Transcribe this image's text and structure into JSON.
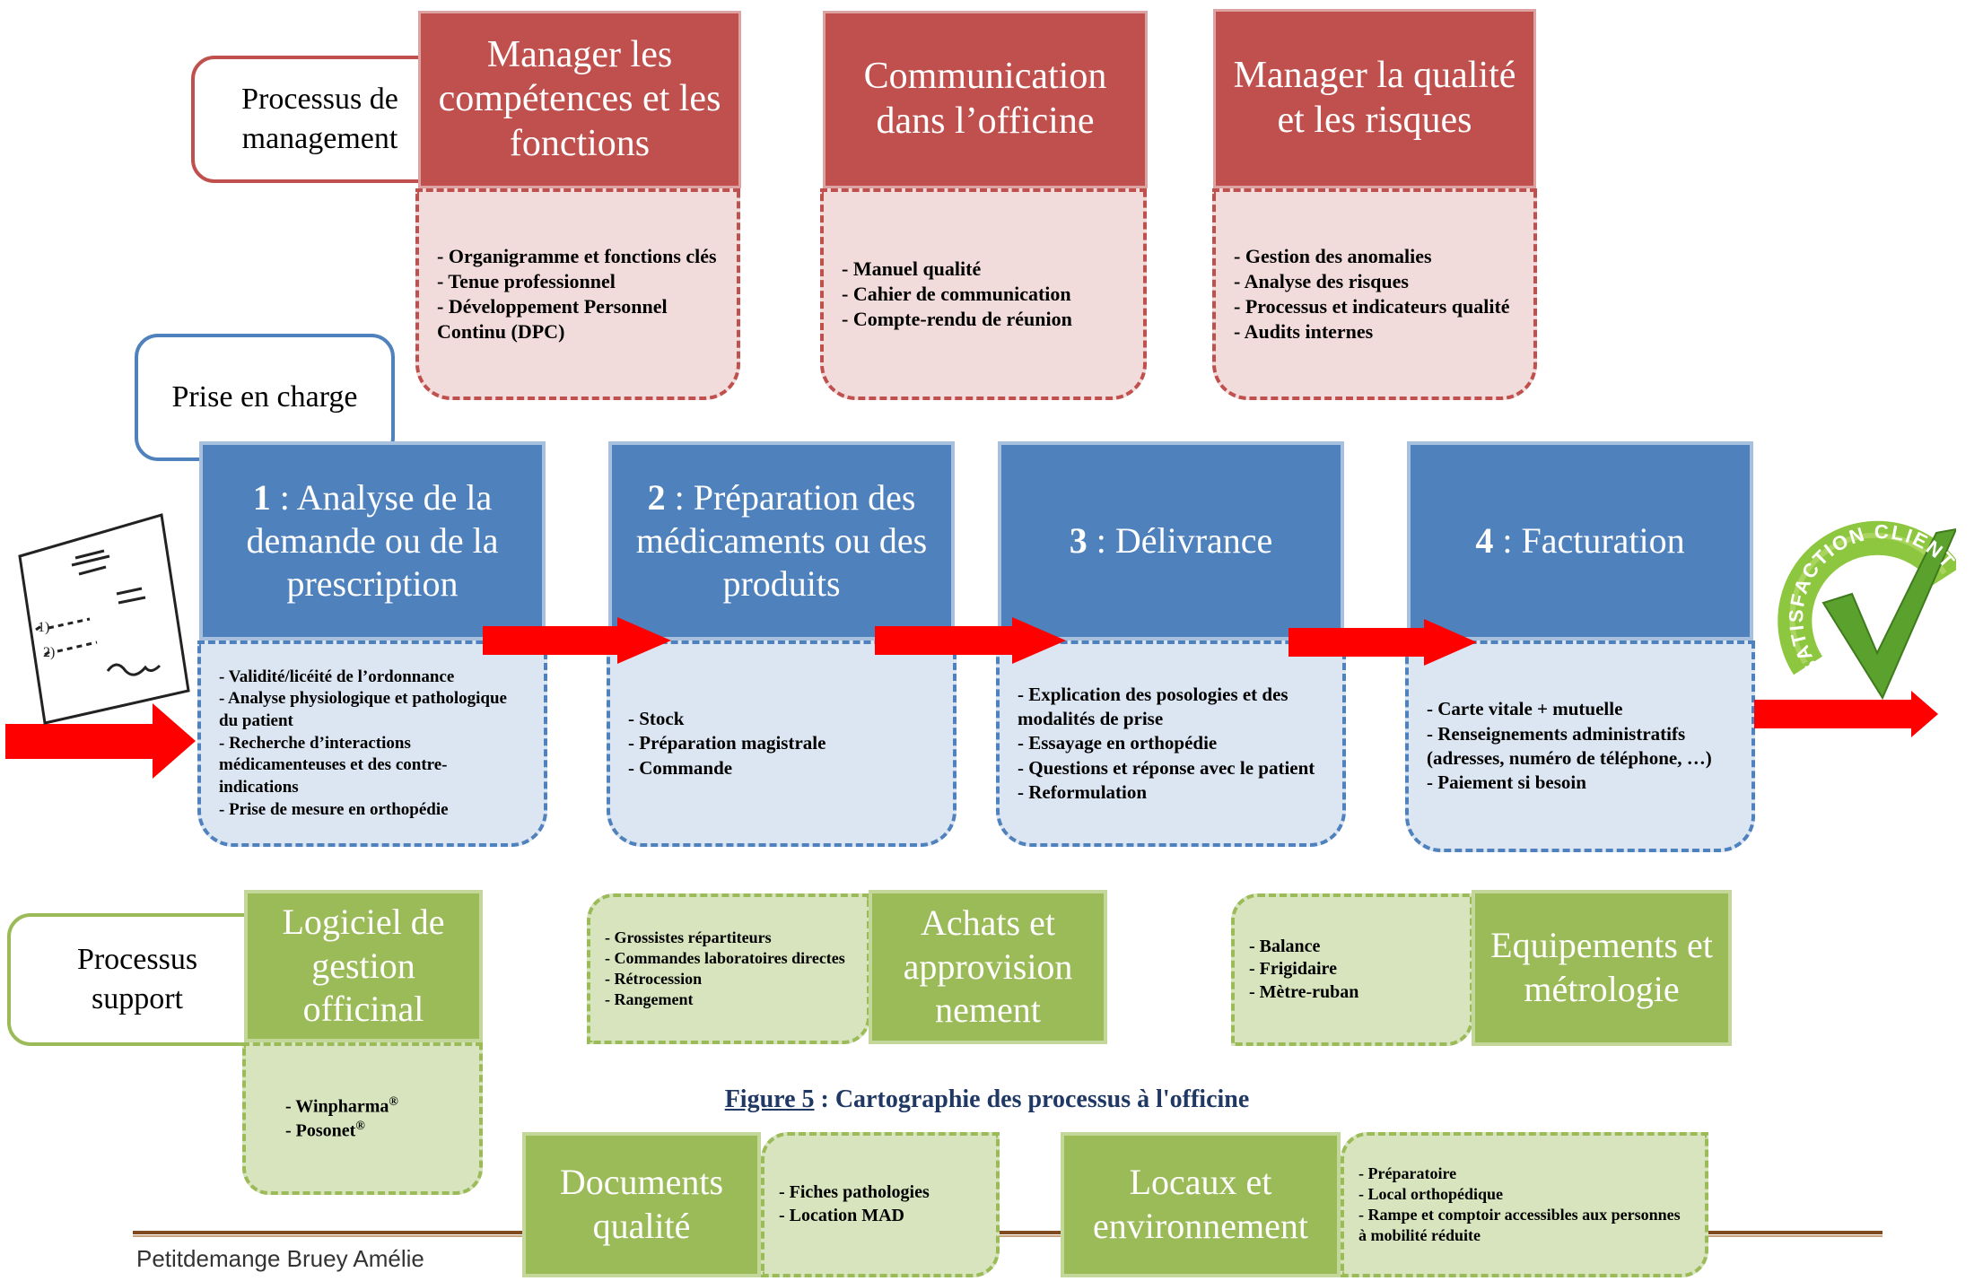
{
  "labels": {
    "management": "Processus de\nmanagement",
    "care": "Prise en charge",
    "support": "Processus\nsupport"
  },
  "management": [
    {
      "title": "Manager les compétences et les fonctions",
      "items": [
        "- Organigramme et fonctions clés",
        "- Tenue professionnel",
        "- Développement Personnel Continu (DPC)"
      ]
    },
    {
      "title": "Communication dans l’officine",
      "items": [
        "- Manuel qualité",
        "- Cahier de communication",
        "- Compte-rendu de réunion"
      ]
    },
    {
      "title": "Manager la qualité et les risques",
      "items": [
        "- Gestion des anomalies",
        "- Analyse des risques",
        "- Processus et indicateurs qualité",
        "- Audits internes"
      ]
    }
  ],
  "care": [
    {
      "num": "1",
      "title": " : Analyse de la demande ou de la prescription",
      "items": [
        "- Validité/licéité de l’ordonnance",
        "- Analyse physiologique et pathologique du patient",
        "- Recherche d’interactions médicamenteuses et des contre-indications",
        "- Prise de mesure en orthopédie"
      ]
    },
    {
      "num": "2",
      "title": " : Préparation des médicaments ou des produits",
      "items": [
        "- Stock",
        "- Préparation magistrale",
        "- Commande"
      ]
    },
    {
      "num": "3",
      "title": " : Délivrance",
      "items": [
        "- Explication des posologies et des modalités de prise",
        "- Essayage en orthopédie",
        "- Questions et réponse avec le patient",
        "- Reformulation"
      ]
    },
    {
      "num": "4",
      "title": " : Facturation",
      "items": [
        "- Carte vitale + mutuelle",
        "- Renseignements administratifs (adresses, numéro de téléphone, …)",
        "- Paiement si besoin"
      ]
    }
  ],
  "support": {
    "logiciel": {
      "title": "Logiciel de gestion officinal",
      "items": [
        "- Winpharma",
        "- Posonet"
      ],
      "reg": "®"
    },
    "achats": {
      "title": "Achats et approvision nement",
      "items": [
        "- Grossistes répartiteurs",
        "- Commandes laboratoires directes",
        "- Rétrocession",
        "- Rangement"
      ]
    },
    "equipements": {
      "title": "Equipements et métrologie",
      "items": [
        "- Balance",
        "- Frigidaire",
        "- Mètre-ruban"
      ]
    },
    "documents": {
      "title": "Documents qualité",
      "items": [
        "- Fiches pathologies",
        "- Location MAD"
      ]
    },
    "locaux": {
      "title": "Locaux et environnement",
      "items": [
        "- Préparatoire",
        "- Local orthopédique",
        "- Rampe et comptoir accessibles aux personnes à mobilité réduite"
      ]
    }
  },
  "satisfaction": "SATISFACTION CLIENT",
  "figure": {
    "label": "Figure 5",
    "caption": " : Cartographie des processus à l'officine"
  },
  "footer": "Petitdemange Bruey Amélie",
  "colors": {
    "management": "#c0504d",
    "care": "#4f81bd",
    "support": "#9bbb59",
    "arrow": "#ff0000",
    "caption": "#1f3864",
    "footer_rule": "#7f4a20"
  }
}
